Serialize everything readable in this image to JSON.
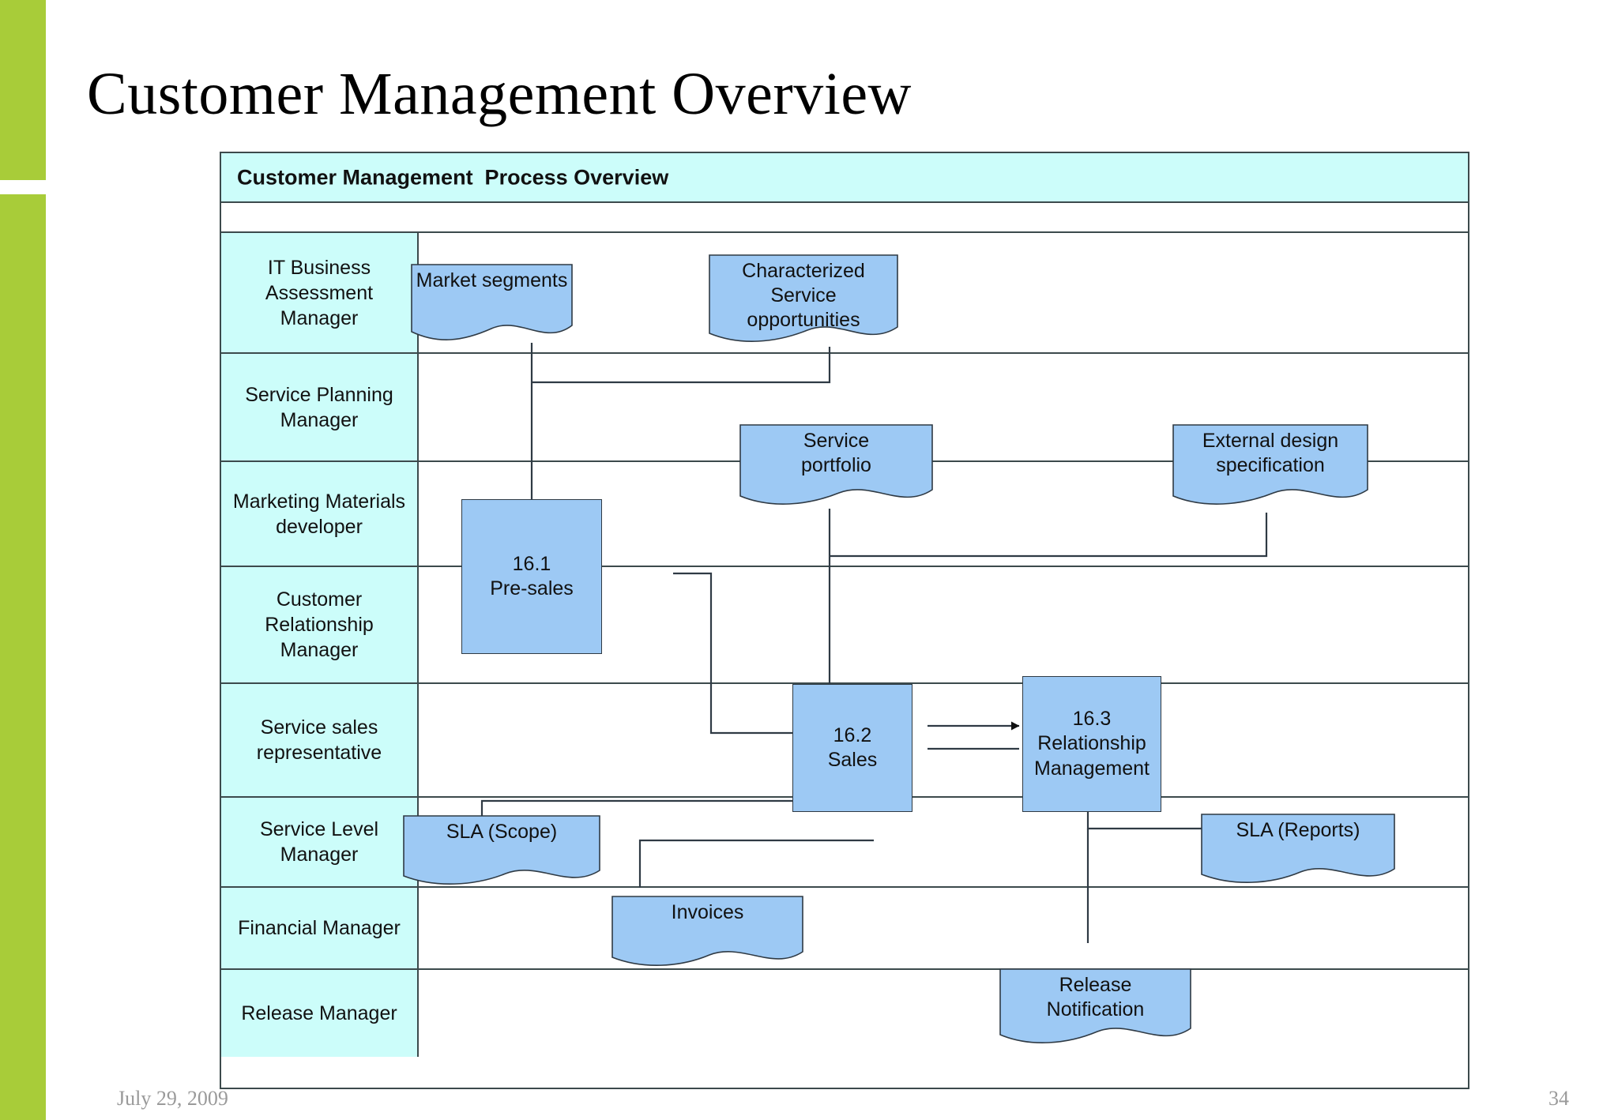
{
  "slide": {
    "title": "Customer Management Overview",
    "accent_color": "#a8cc39",
    "footer": {
      "date": "July 29, 2009",
      "page_number": "34"
    }
  },
  "diagram": {
    "header_title": "Customer Management  Process Overview",
    "header_fill": "#ccfdfa",
    "lane_fill": "#ccfdfa",
    "shape_fill": "#9dc9f4",
    "border_color": "#3c4a4c",
    "lanes": [
      {
        "id": "it-business-assessment-manager",
        "label": "IT Business\nAssessment\nManager"
      },
      {
        "id": "service-planning-manager",
        "label": "Service\nPlanning\nManager"
      },
      {
        "id": "marketing-materials-developer",
        "label": "Marketing\nMaterials\ndeveloper"
      },
      {
        "id": "customer-relationship-manager",
        "label": "Customer\nRelationship\nManager"
      },
      {
        "id": "service-sales-representative",
        "label": "Service sales\nrepresentative"
      },
      {
        "id": "service-level-manager",
        "label": "Service Level\nManager"
      },
      {
        "id": "financial-manager",
        "label": "Financial\nManager"
      },
      {
        "id": "release-manager",
        "label": "Release\nManager"
      }
    ],
    "processes": [
      {
        "id": "process-16-1",
        "label": "16.1\nPre-sales",
        "lane": "marketing-materials-developer"
      },
      {
        "id": "process-16-2",
        "label": "16.2\nSales",
        "lane": "customer-relationship-manager"
      },
      {
        "id": "process-16-3",
        "label": "16.3\nRelationship\nManagement",
        "lane": "customer-relationship-manager"
      }
    ],
    "documents": [
      {
        "id": "doc-market-segments",
        "label": "Market segments",
        "lane": "it-business-assessment-manager"
      },
      {
        "id": "doc-characterized-service",
        "label": "Characterized\nService\nopportunities",
        "lane": "it-business-assessment-manager"
      },
      {
        "id": "doc-service-portfolio",
        "label": "Service\nportfolio",
        "lane": "service-planning-manager"
      },
      {
        "id": "doc-external-design-spec",
        "label": "External design\nspecification",
        "lane": "service-planning-manager"
      },
      {
        "id": "doc-sla-scope",
        "label": "SLA (Scope)",
        "lane": "service-level-manager"
      },
      {
        "id": "doc-sla-reports",
        "label": "SLA (Reports)",
        "lane": "service-level-manager"
      },
      {
        "id": "doc-invoices",
        "label": "Invoices",
        "lane": "financial-manager"
      },
      {
        "id": "doc-release-notification",
        "label": "Release\nNotification",
        "lane": "release-manager"
      }
    ]
  }
}
